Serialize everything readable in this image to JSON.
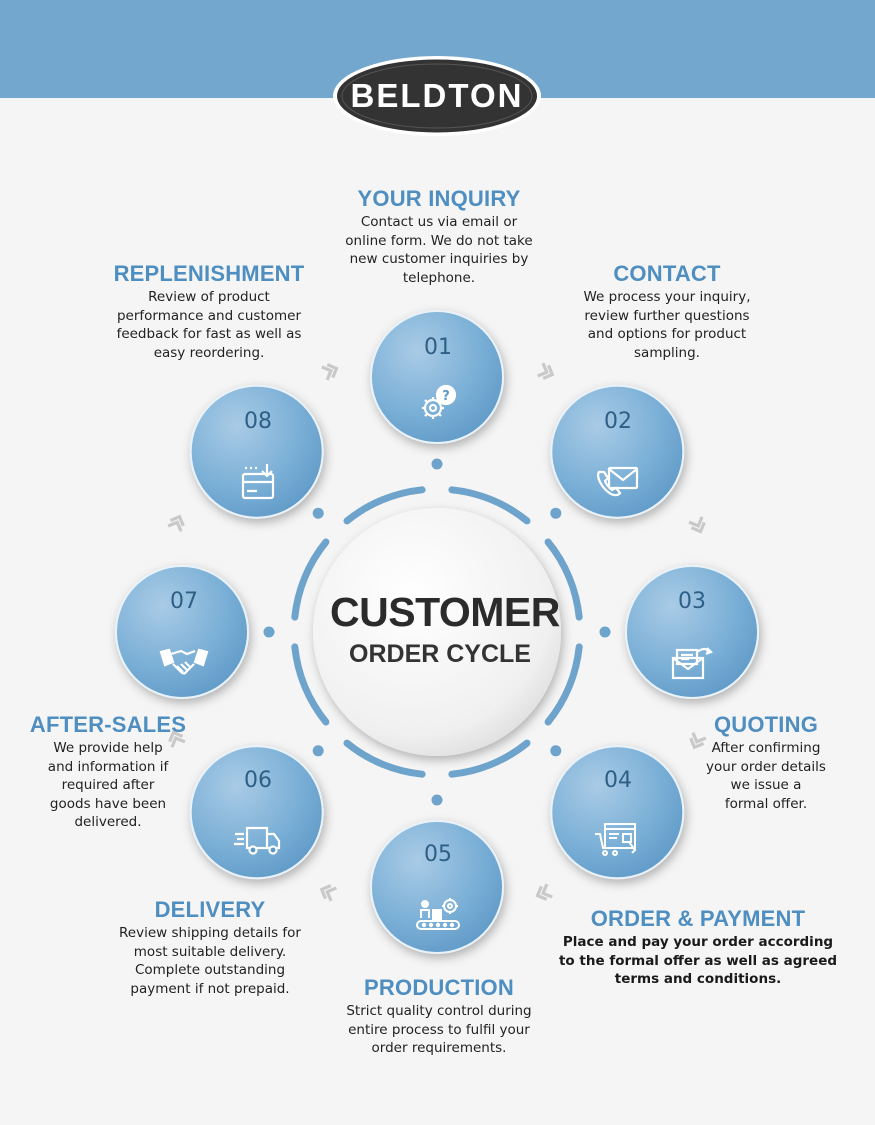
{
  "brand": {
    "name": "BELDTON"
  },
  "center": {
    "line1": "CUSTOMER",
    "line2": "ORDER CYCLE"
  },
  "colors": {
    "band": "#74a7cd",
    "heading": "#4e8ec0",
    "circle": "#7aafd6",
    "number": "#2e5f86"
  },
  "steps": [
    {
      "number": "01",
      "title": "YOUR INQUIRY",
      "icon": "gear-question-icon",
      "description": [
        "Contact us via email or",
        "online form. We do not take",
        "new customer inquiries by",
        "telephone."
      ]
    },
    {
      "number": "02",
      "title": "CONTACT",
      "icon": "phone-envelope-icon",
      "description": [
        "We process your inquiry,",
        "review further questions",
        "and options for product",
        "sampling."
      ]
    },
    {
      "number": "03",
      "title": "QUOTING",
      "icon": "envelope-arrow-icon",
      "description": [
        "After confirming",
        "your order details",
        "we issue a",
        "formal offer."
      ]
    },
    {
      "number": "04",
      "title": "ORDER & PAYMENT",
      "icon": "cart-browser-icon",
      "description": [
        "Place and pay your order according",
        "to the formal offer as well as agreed",
        "terms and conditions."
      ]
    },
    {
      "number": "05",
      "title": "PRODUCTION",
      "icon": "conveyor-icon",
      "description": [
        "Strict quality control during",
        "entire process to fulfil your",
        "order requirements."
      ]
    },
    {
      "number": "06",
      "title": "DELIVERY",
      "icon": "truck-icon",
      "description": [
        "Review shipping details for",
        "most suitable delivery.",
        "Complete outstanding",
        "payment if not prepaid."
      ]
    },
    {
      "number": "07",
      "title": "AFTER-SALES",
      "icon": "handshake-icon",
      "description": [
        "We provide help",
        "and information if",
        "required after",
        "goods have been",
        "delivered."
      ]
    },
    {
      "number": "08",
      "title": "REPLENISHMENT",
      "icon": "card-download-icon",
      "description": [
        "Review of product",
        "performance and customer",
        "feedback for fast as well as",
        "easy reordering."
      ]
    }
  ]
}
